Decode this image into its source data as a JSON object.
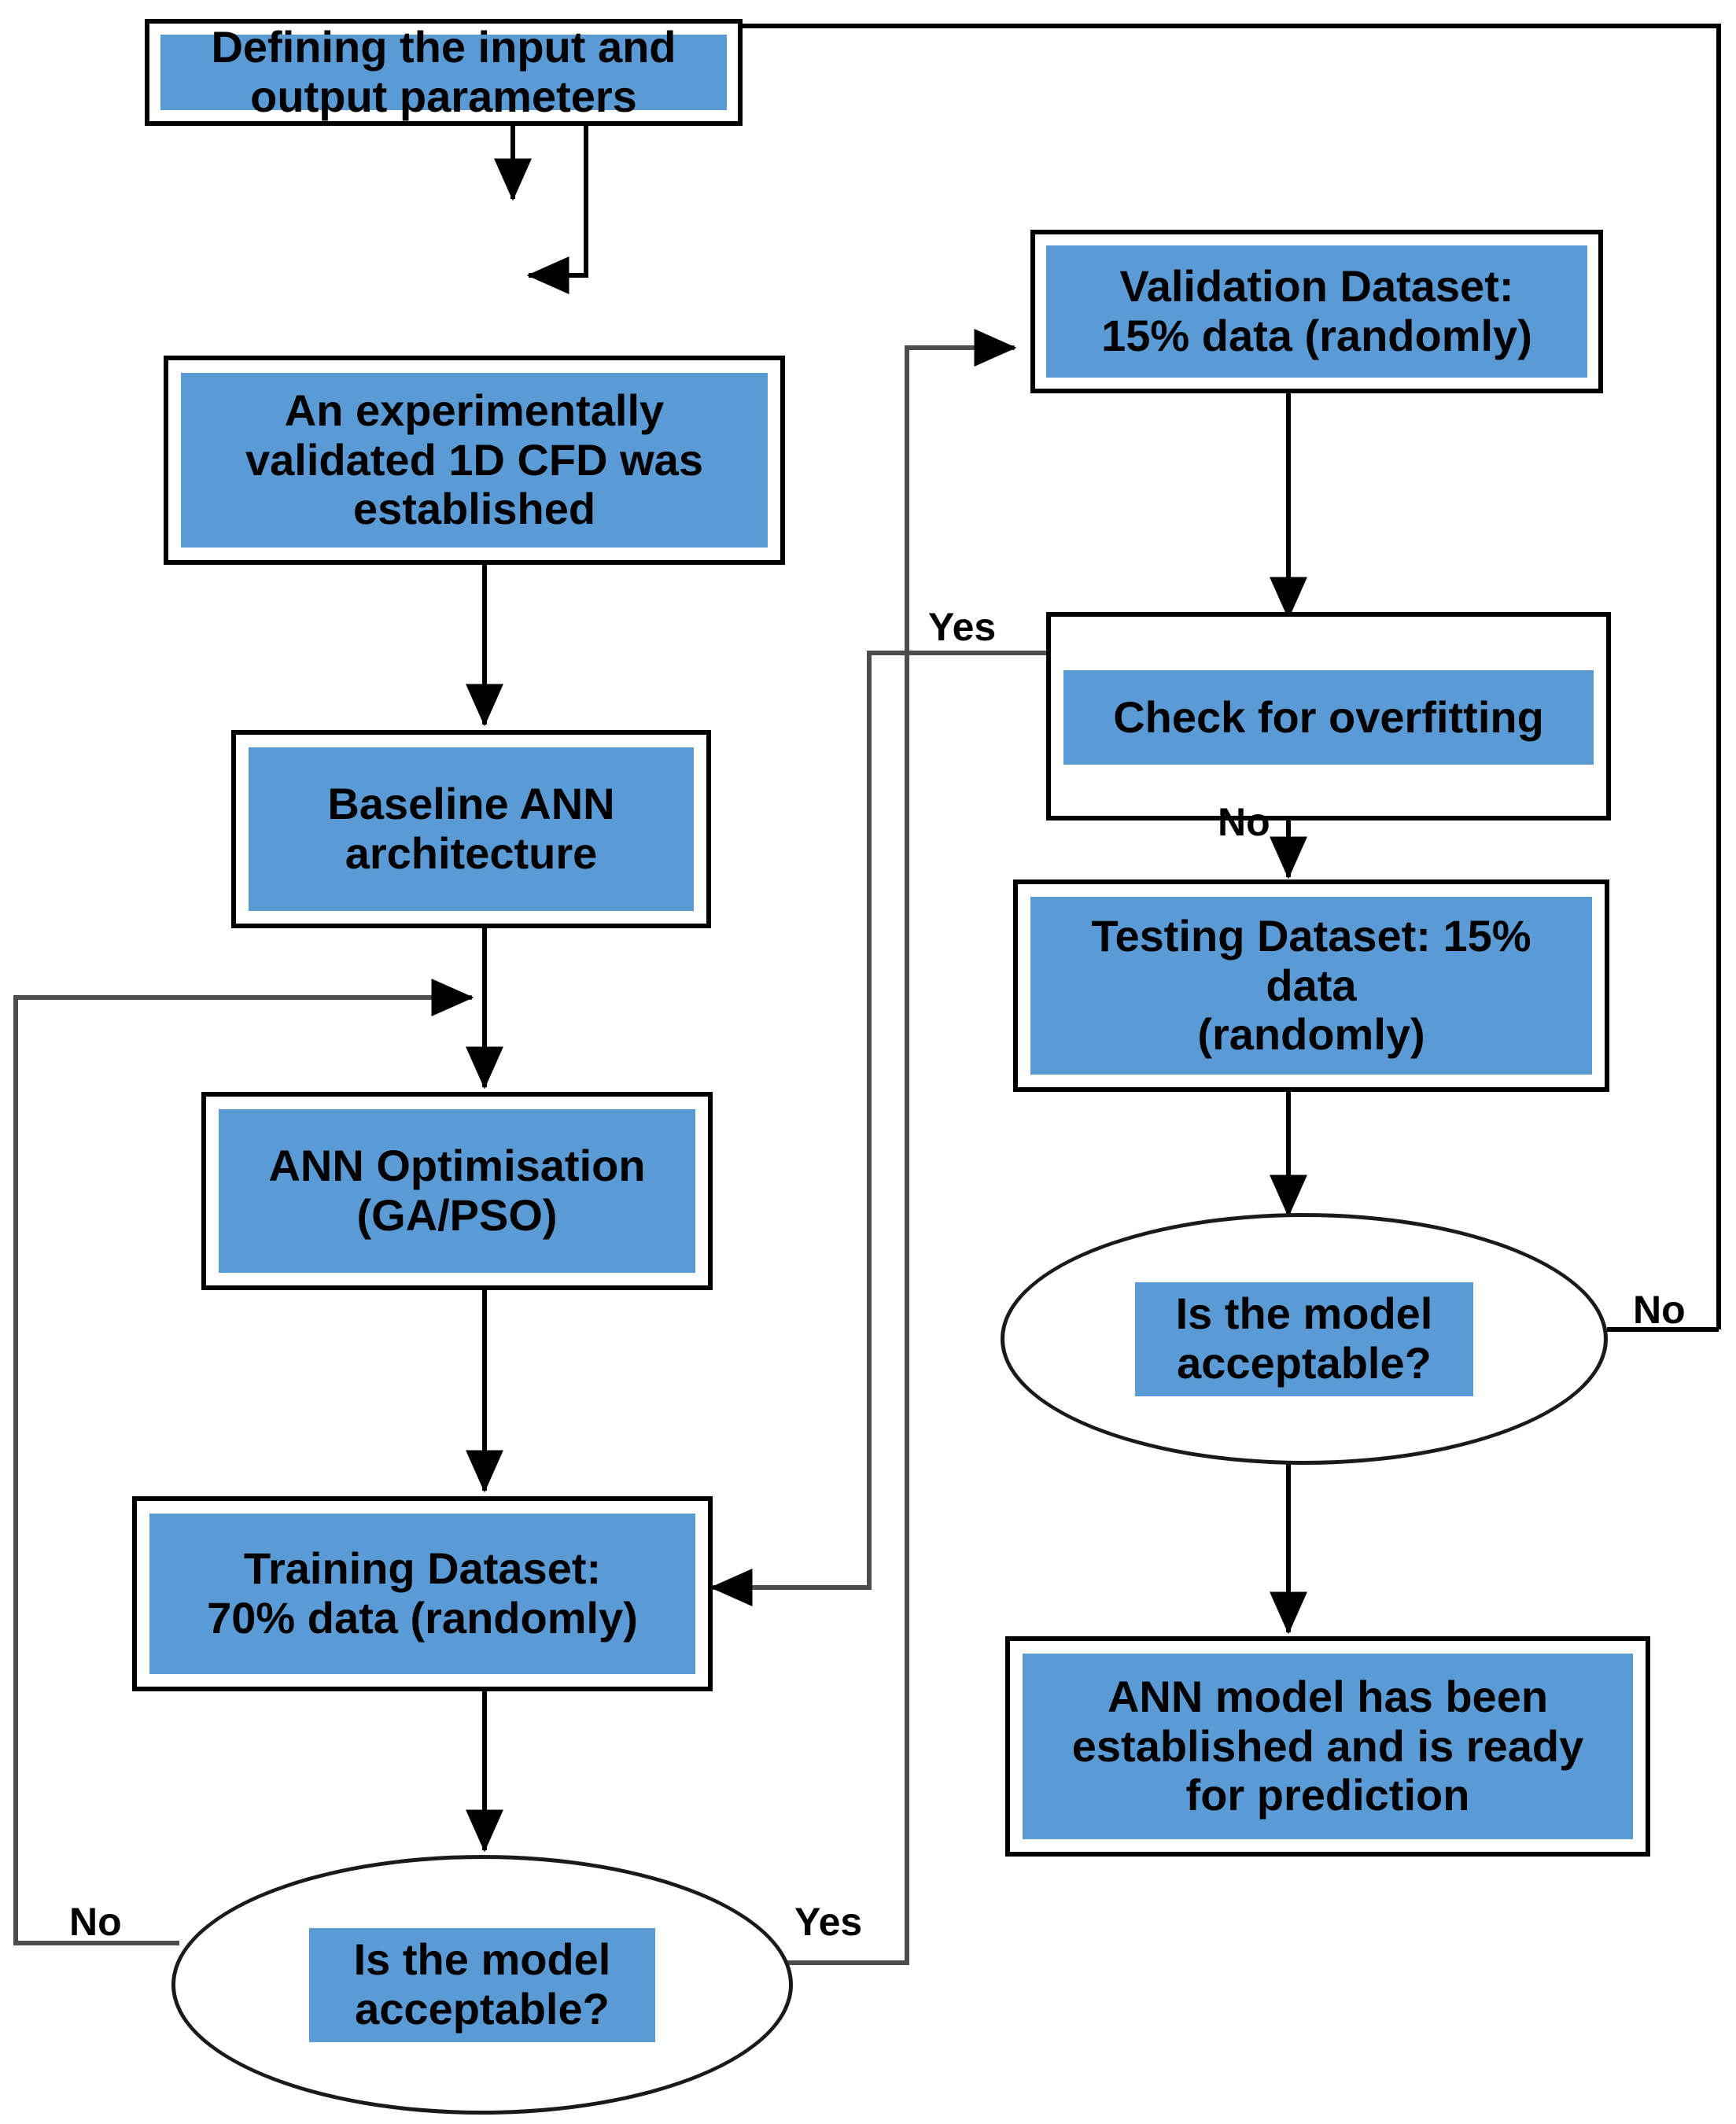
{
  "diagram": {
    "title": "ANN model development flowchart",
    "accent_color": "#5B9BD5",
    "line_color": "#000000",
    "background": "#ffffff",
    "nodes": [
      {
        "id": "define-params",
        "shape": "rectangle",
        "text": "Defining the input and\noutput parameters"
      },
      {
        "id": "cfd-model",
        "shape": "rectangle",
        "text": "An experimentally\nvalidated 1D CFD was\nestablished"
      },
      {
        "id": "baseline-ann",
        "shape": "rectangle",
        "text": "Baseline ANN\narchitecture"
      },
      {
        "id": "ann-optimisation",
        "shape": "rectangle",
        "text": "ANN Optimisation\n(GA/PSO)"
      },
      {
        "id": "training-dataset",
        "shape": "rectangle",
        "text": "Training Dataset:\n70% data (randomly)"
      },
      {
        "id": "decision-left",
        "shape": "ellipse",
        "text": "Is the model\nacceptable?"
      },
      {
        "id": "validation-dataset",
        "shape": "rectangle",
        "text": "Validation Dataset:\n15% data (randomly)"
      },
      {
        "id": "check-overfitting",
        "shape": "rectangle",
        "text": "Check for overfitting"
      },
      {
        "id": "testing-dataset",
        "shape": "rectangle",
        "text": "Testing Dataset: 15%\ndata\n(randomly)"
      },
      {
        "id": "decision-right",
        "shape": "ellipse",
        "text": "Is the model\nacceptable?"
      },
      {
        "id": "ann-established",
        "shape": "rectangle",
        "text": "ANN model has been\nestablished and is ready\nfor prediction"
      }
    ],
    "edge_labels": [
      {
        "id": "label-overfitting-yes",
        "text": "Yes"
      },
      {
        "id": "label-overfitting-no",
        "text": "No"
      },
      {
        "id": "label-right-no",
        "text": "No"
      },
      {
        "id": "label-left-no",
        "text": "No"
      },
      {
        "id": "label-left-yes",
        "text": "Yes"
      }
    ]
  }
}
